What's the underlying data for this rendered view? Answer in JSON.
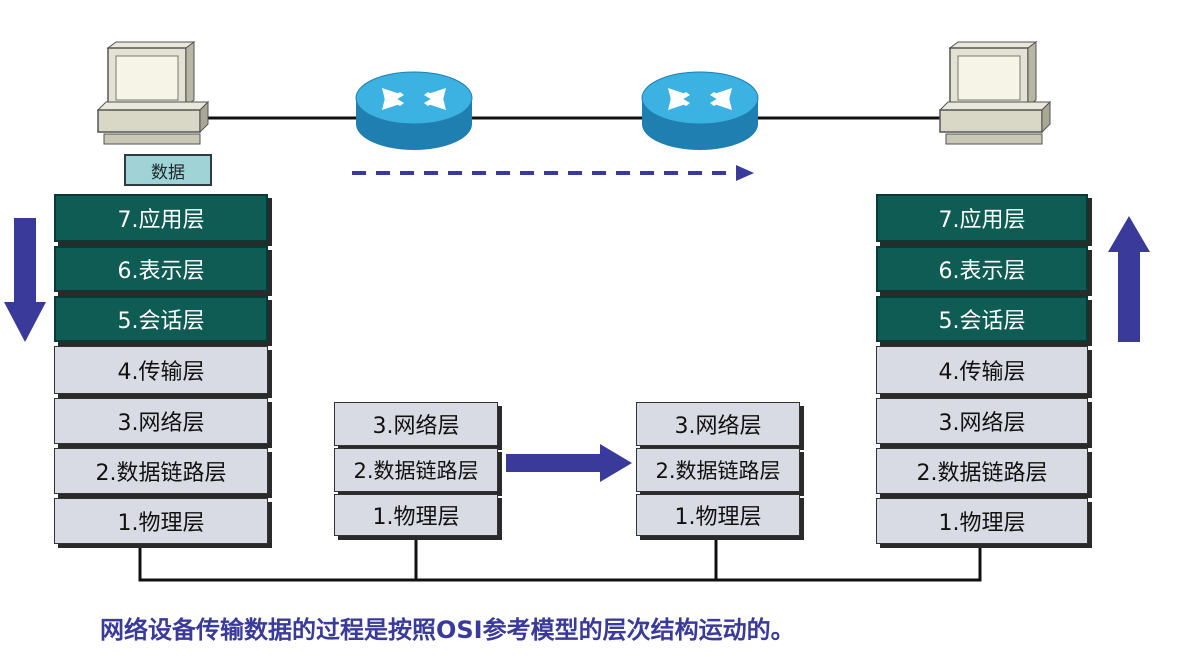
{
  "data_tag": "数据",
  "left_stack": [
    "7.应用层",
    "6.表示层",
    "5.会话层",
    "4.传输层",
    "3.网络层",
    "2.数据链路层",
    "1.物理层"
  ],
  "router1_stack": [
    "3.网络层",
    "2.数据链路层",
    "1.物理层"
  ],
  "router2_stack": [
    "3.网络层",
    "2.数据链路层",
    "1.物理层"
  ],
  "right_stack": [
    "7.应用层",
    "6.表示层",
    "5.会话层",
    "4.传输层",
    "3.网络层",
    "2.数据链路层",
    "1.物理层"
  ],
  "caption": "网络设备传输数据的过程是按照OSI参考模型的层次结构运动的。",
  "colors": {
    "upper_layer": "#0f5c55",
    "lower_layer": "#d8dbe3",
    "arrow": "#3a3a9a",
    "router": "#2e9ed0",
    "data_tag": "#9fd3d5"
  }
}
